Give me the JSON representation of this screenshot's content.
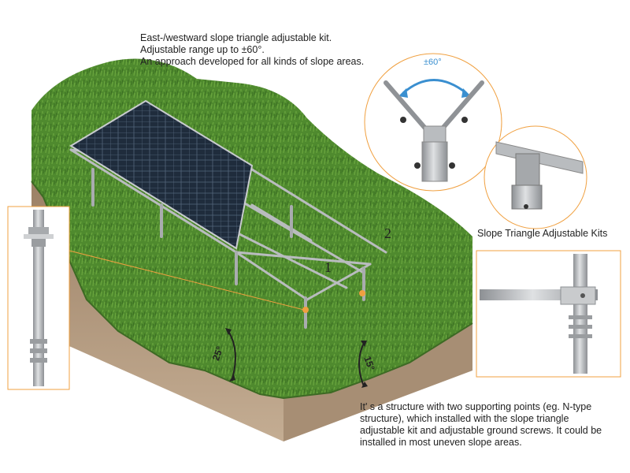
{
  "top_description": {
    "lines": [
      "East-/westward slope triangle adjustable kit.",
      "Adjustable range up to ±60°.",
      "An approach developed for all kinds of slope areas."
    ]
  },
  "kit_detail": {
    "angle_label": "±60°",
    "caption": "Slope Triangle Adjustable Kits"
  },
  "slope_labels": {
    "left_angle": "25°",
    "right_angle": "15°"
  },
  "support_points": {
    "point_1": "1",
    "point_2": "2"
  },
  "bottom_description": {
    "lines": [
      "It' s a structure with two supporting points (eg. N-type",
      "structure), which installed with the slope triangle",
      "adjustable kit and adjustable ground screws. It could be",
      "installed in most uneven slope areas."
    ]
  },
  "colors": {
    "grass": "#4f8a2e",
    "soil": "#b39a7e",
    "accent_orange": "#f0a040",
    "arrow_blue": "#3a8fd0",
    "metal": "#b9bcbf"
  }
}
